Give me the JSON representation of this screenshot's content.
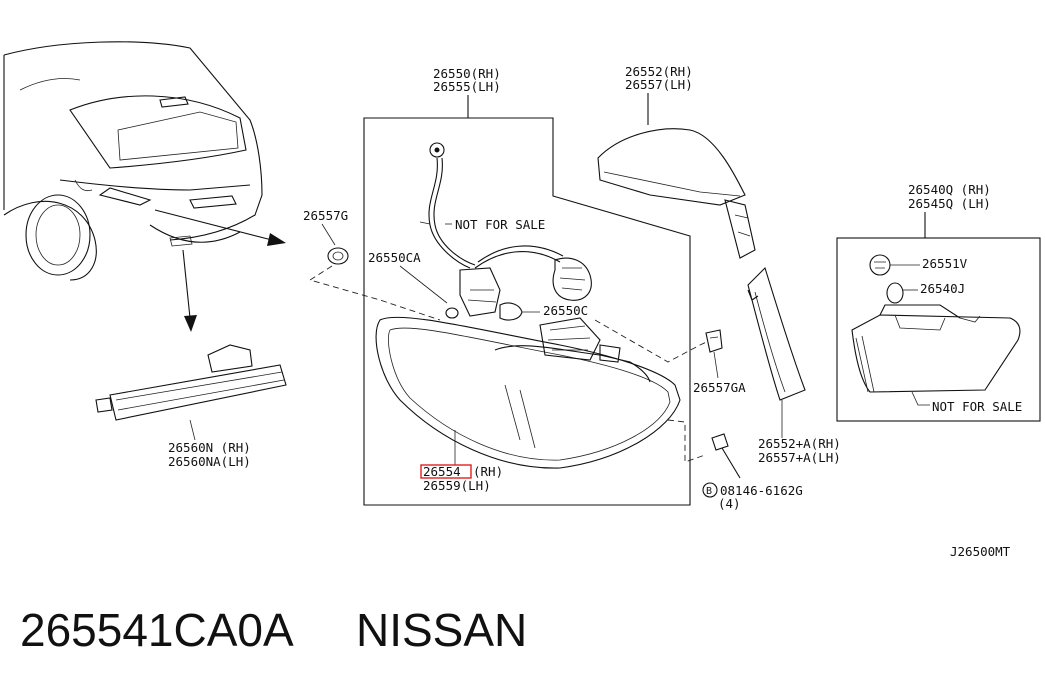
{
  "labels": {
    "main_assembly_rh": "26550(RH)",
    "main_assembly_lh": "26555(LH)",
    "outer_lamp_rh": "26552(RH)",
    "outer_lamp_lh": "26557(LH)",
    "inner_lamp_rh": "26540Q (RH)",
    "inner_lamp_lh": "26545Q (LH)",
    "grommet_left": "26557G",
    "bulb_socket": "26550CA",
    "note_harness": "NOT FOR SALE",
    "bulb": "26550C",
    "grommet_right": "26557GA",
    "lens_rh_highlight": "26554",
    "lens_rh_suffix": "(RH)",
    "lens_lh": "26559(LH)",
    "reflector_rh": "26560N (RH)",
    "reflector_lh": "26560NA(LH)",
    "finisher_rh": "26552+A(RH)",
    "finisher_lh": "26557+A(LH)",
    "bolt_symbol": "B",
    "bolt_part": "08146-6162G",
    "bolt_qty": "(4)",
    "inner_bulb_socket": "26551V",
    "inner_bulb": "26540J",
    "note_inner": "NOT FOR SALE",
    "diagram_code": "J26500MT"
  },
  "caption": {
    "part_number": "265541CA0A",
    "brand": "NISSAN"
  },
  "colors": {
    "line": "#111111",
    "highlight": "#e02020"
  }
}
